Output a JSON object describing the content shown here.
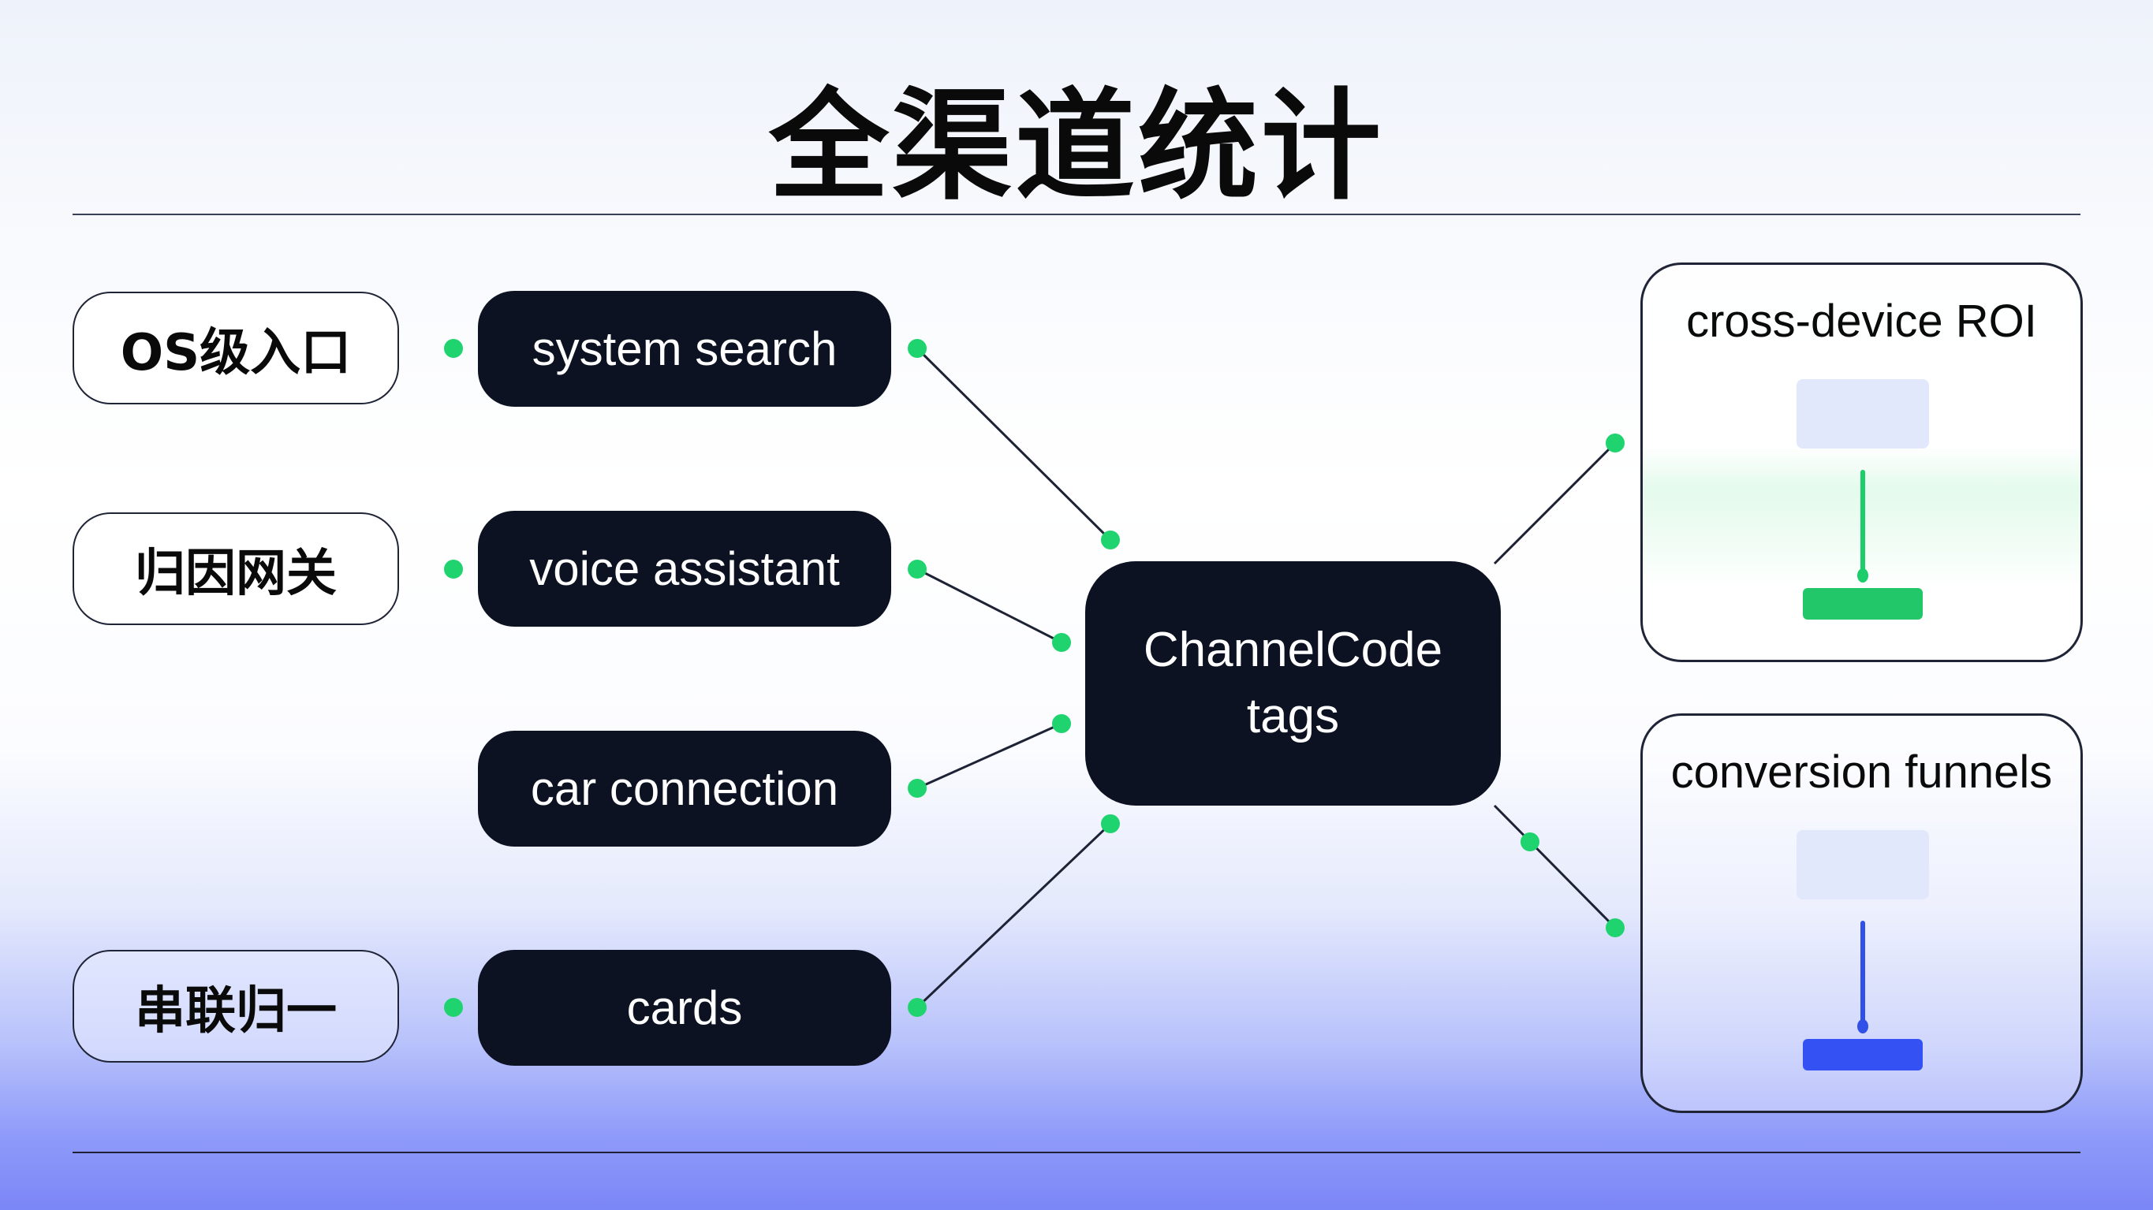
{
  "title": "全渠道统计",
  "left_labels": [
    {
      "text": "OS级入口"
    },
    {
      "text": "归因网关"
    },
    {
      "text": "串联归一"
    }
  ],
  "channels": [
    {
      "text": "system search"
    },
    {
      "text": "voice assistant"
    },
    {
      "text": "car connection"
    },
    {
      "text": "cards"
    }
  ],
  "hub": {
    "line1": "ChannelCode",
    "line2": "tags"
  },
  "outputs": [
    {
      "title": "cross-device ROI",
      "accent": "#22c76a"
    },
    {
      "title": "conversion funnels",
      "accent": "#3452f4"
    }
  ],
  "colors": {
    "node_dark": "#0c1222",
    "connector_dot": "#1fd36e",
    "connector_line": "#1d2235"
  }
}
